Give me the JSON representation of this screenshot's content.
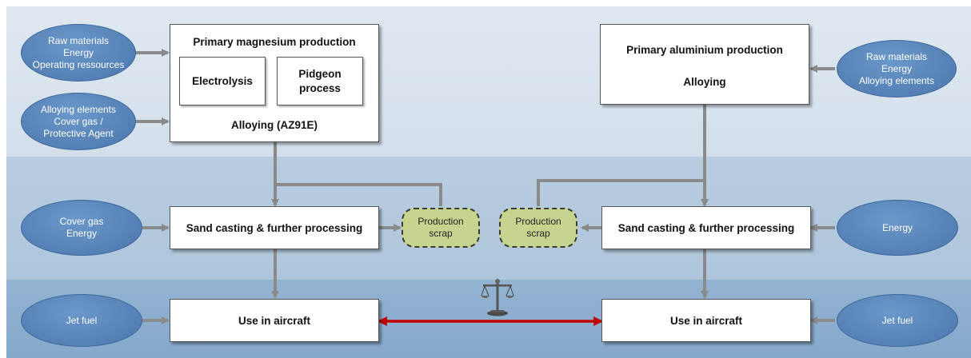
{
  "magnesium": {
    "inputs_top": [
      "Raw materials",
      "Energy",
      "Operating ressources"
    ],
    "inputs_alloy": [
      "Alloying elements",
      "Cover gas /",
      "Protective Agent"
    ],
    "primary_title": "Primary magnesium production",
    "electrolysis": "Electrolysis",
    "pidgeon": [
      "Pidgeon",
      "process"
    ],
    "alloying": "Alloying (AZ91E)",
    "casting_inputs": [
      "Cover gas",
      "Energy"
    ],
    "casting": "Sand casting & further processing",
    "scrap": [
      "Production",
      "scrap"
    ],
    "use_input": "Jet fuel",
    "use": "Use in aircraft"
  },
  "aluminium": {
    "inputs_top": [
      "Raw materials",
      "Energy",
      "Alloying elements"
    ],
    "primary_title": "Primary aluminium production",
    "alloying": "Alloying",
    "casting_input": "Energy",
    "casting": "Sand casting & further processing",
    "scrap": [
      "Production",
      "scrap"
    ],
    "use_input": "Jet fuel",
    "use": "Use in aircraft"
  },
  "colors": {
    "ellipse_fill": "#4f7db5",
    "scrap_fill": "#c5d48f",
    "connector": "#8a8a8a",
    "comparison_arrow": "#c00000",
    "band_top": "#dbe5ef",
    "band_mid": "#b4cadf",
    "band_bot": "#8eafd0"
  },
  "icons": {
    "comparison": "balance-scale-icon"
  }
}
